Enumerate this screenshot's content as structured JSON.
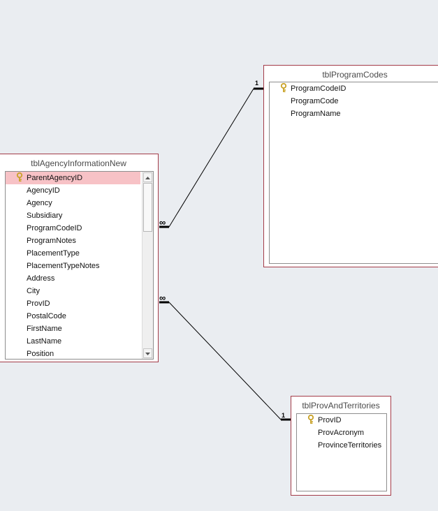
{
  "tables": {
    "agency": {
      "title": "tblAgencyInformationNew",
      "fields": [
        "ParentAgencyID",
        "AgencyID",
        "Agency",
        "Subsidiary",
        "ProgramCodeID",
        "ProgramNotes",
        "PlacementType",
        "PlacementTypeNotes",
        "Address",
        "City",
        "ProvID",
        "PostalCode",
        "FirstName",
        "LastName",
        "Position"
      ]
    },
    "program_codes": {
      "title": "tblProgramCodes",
      "fields": [
        "ProgramCodeID",
        "ProgramCode",
        "ProgramName"
      ]
    },
    "prov": {
      "title": "tblProvAndTerritories",
      "fields": [
        "ProvID",
        "ProvAcronym",
        "ProvinceTerritories"
      ]
    }
  },
  "relationships": {
    "agency_program": {
      "one_label": "1",
      "many_label": "∞"
    },
    "agency_prov": {
      "one_label": "1",
      "many_label": "∞"
    }
  },
  "colors": {
    "border": "#a33b48",
    "selected_row": "#f7c2c6",
    "key_icon": "#c9a227"
  }
}
